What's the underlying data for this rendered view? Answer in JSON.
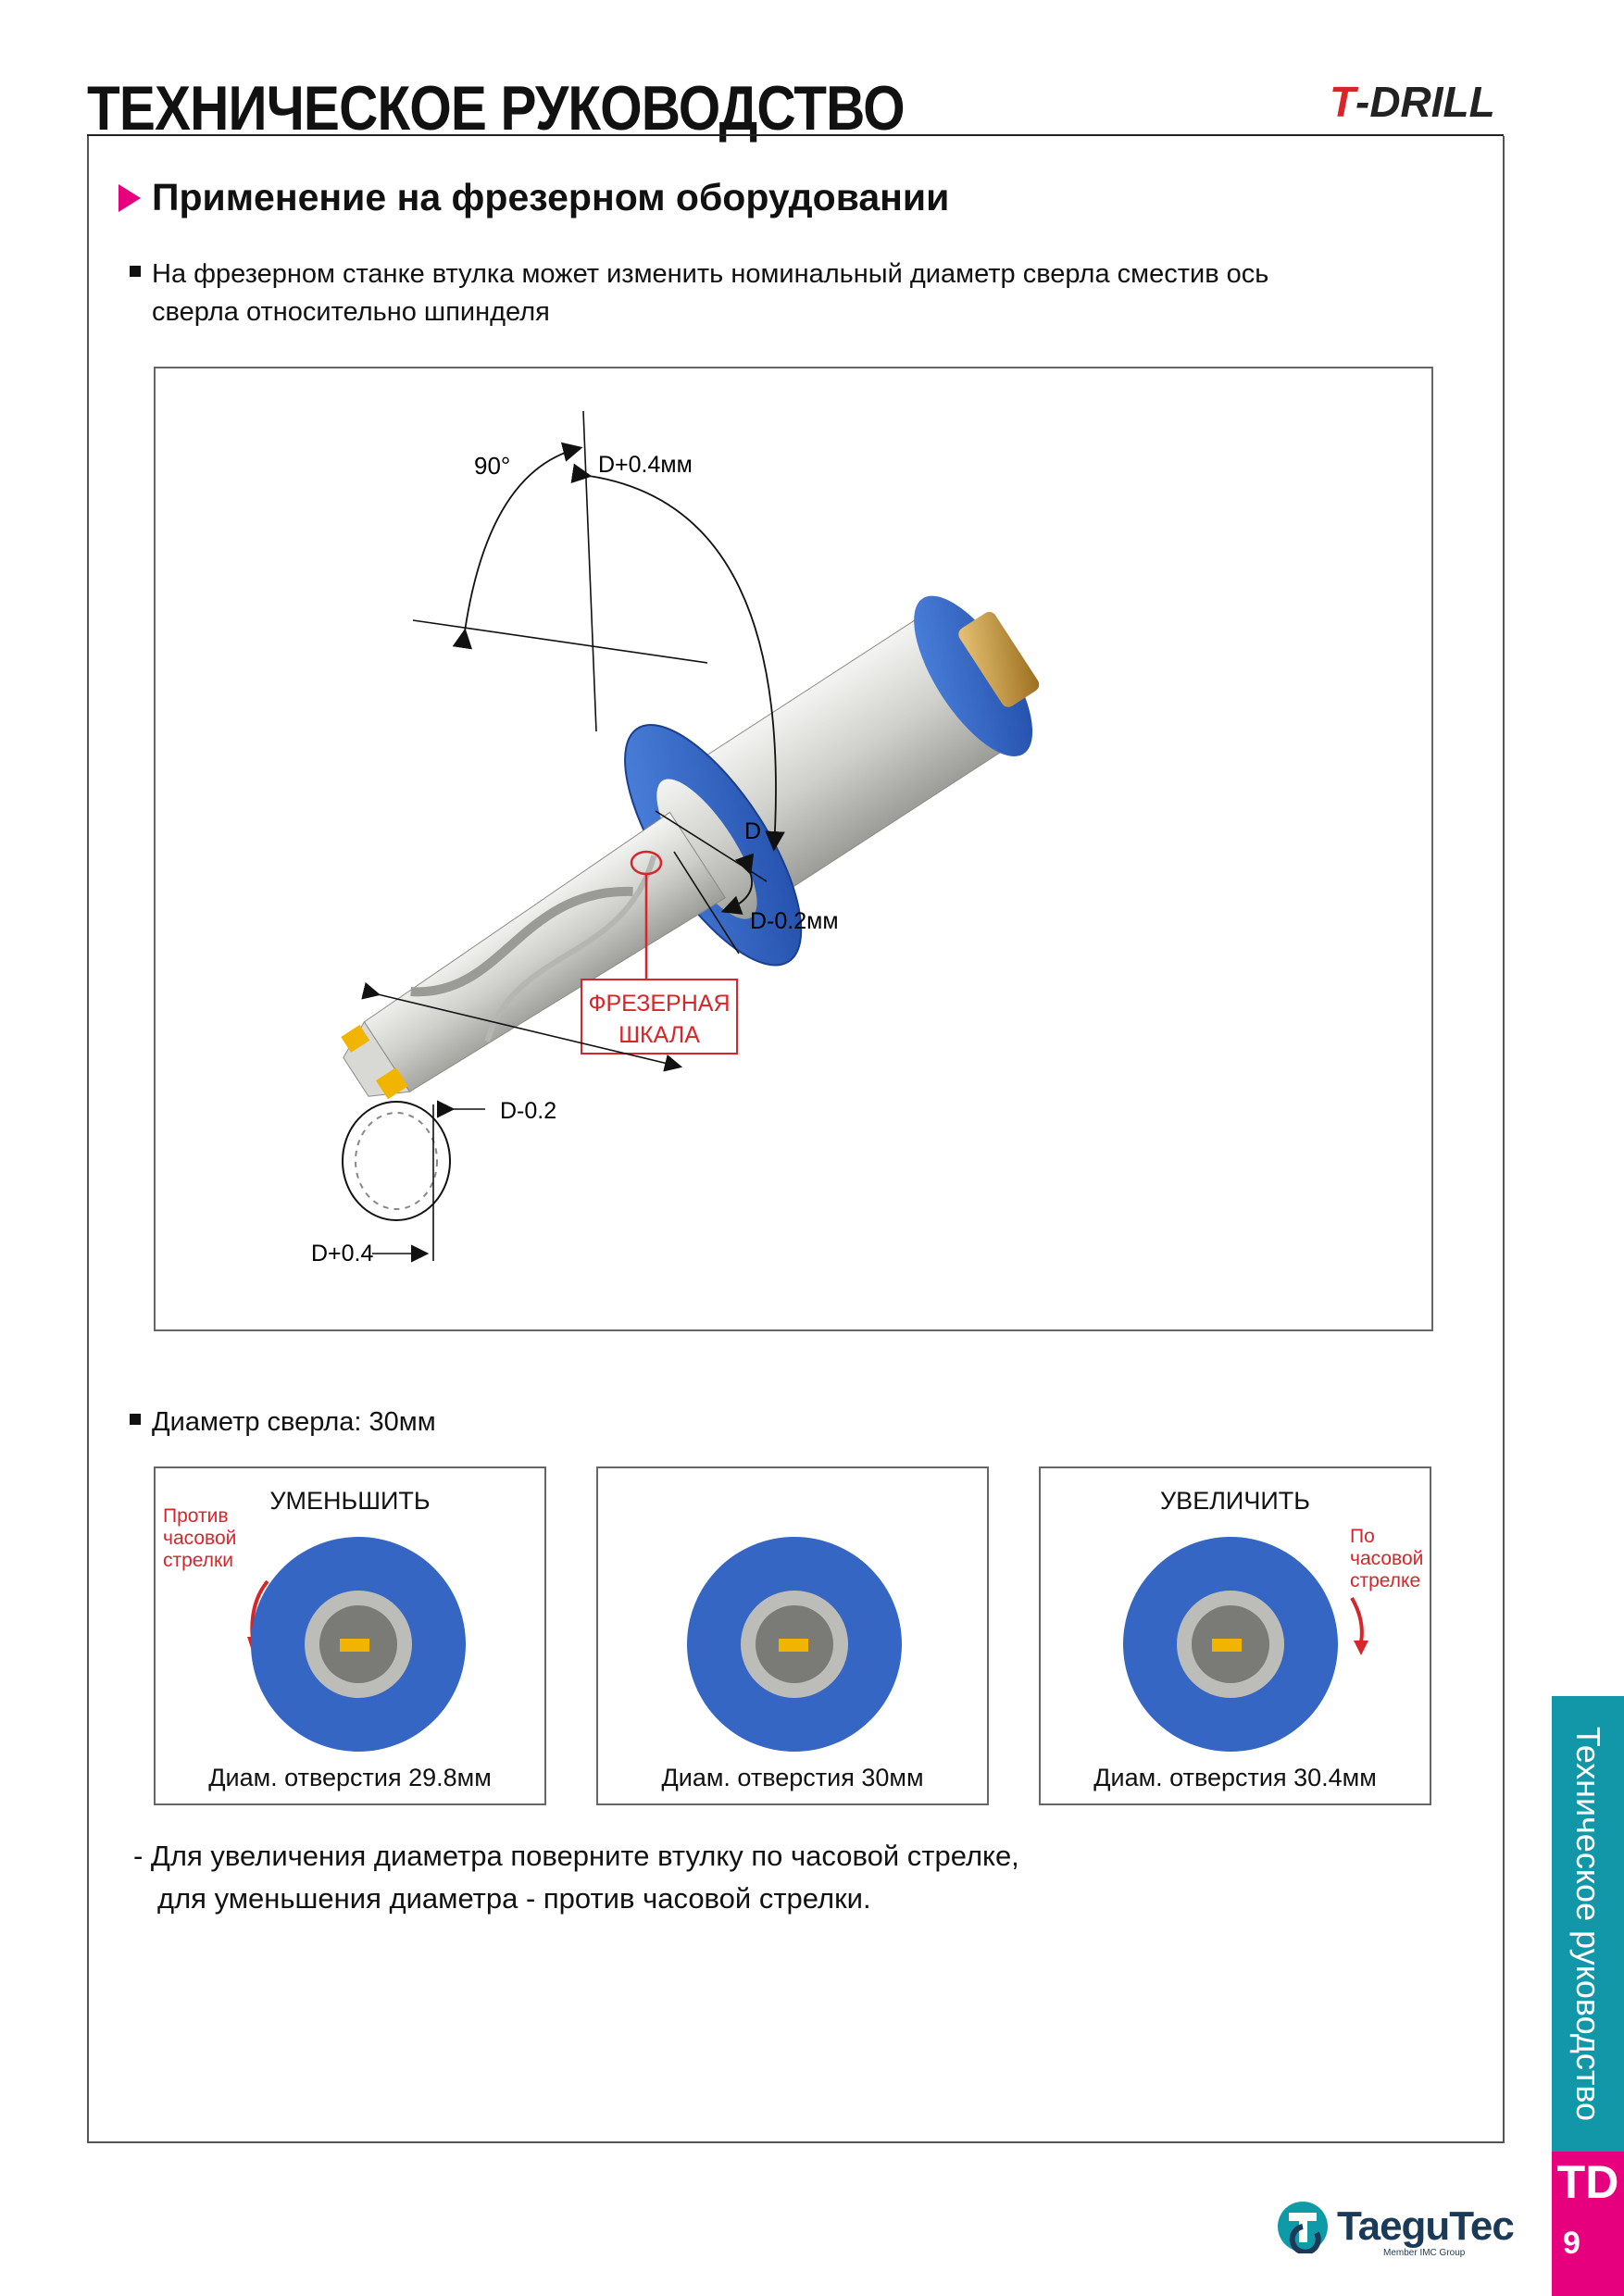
{
  "header": {
    "title": "ТЕХНИЧЕСКОЕ РУКОВОДСТВО",
    "brand": "T-DRILL"
  },
  "section": {
    "heading": "Применение на фрезерном оборудовании",
    "intro_line1": "На фрезерном станке втулка может изменить номинальный диаметр сверла сместив ось",
    "intro_line2": "сверла относительно шпинделя"
  },
  "diagram": {
    "angle_label": "90°",
    "label_plus": "D+0.4мм",
    "label_d": "D",
    "label_minus": "D-0.2мм",
    "scale_callout_line1": "ФРЕЗЕРНАЯ",
    "scale_callout_line2": "ШКАЛА",
    "hole_minus": "D-0.2",
    "hole_plus": "D+0.4",
    "colors": {
      "sleeve": "#2f62c0",
      "callout": "#d7262b",
      "insert": "#f1b400"
    }
  },
  "drill_diameter": "Диаметр сверла: 30мм",
  "examples": [
    {
      "title": "УМЕНЬШИТЬ",
      "direction": "Против часовой стрелки",
      "caption": "Диам. отверстия 29.8мм"
    },
    {
      "title": "",
      "direction": "",
      "caption": "Диам. отверстия 30мм"
    },
    {
      "title": "УВЕЛИЧИТЬ",
      "direction": "По часовой стрелке",
      "caption": "Диам. отверстия 30.4мм"
    }
  ],
  "note": {
    "line1": "-  Для увеличения диаметра поверните втулку по часовой стрелке,",
    "line2": "для уменьшения диаметра - против часовой стрелки."
  },
  "side_tab": {
    "label": "Техническое руководство",
    "code": "TD",
    "page": "9"
  },
  "footer": {
    "company": "TaeguTec",
    "tagline": "Member IMC Group"
  }
}
